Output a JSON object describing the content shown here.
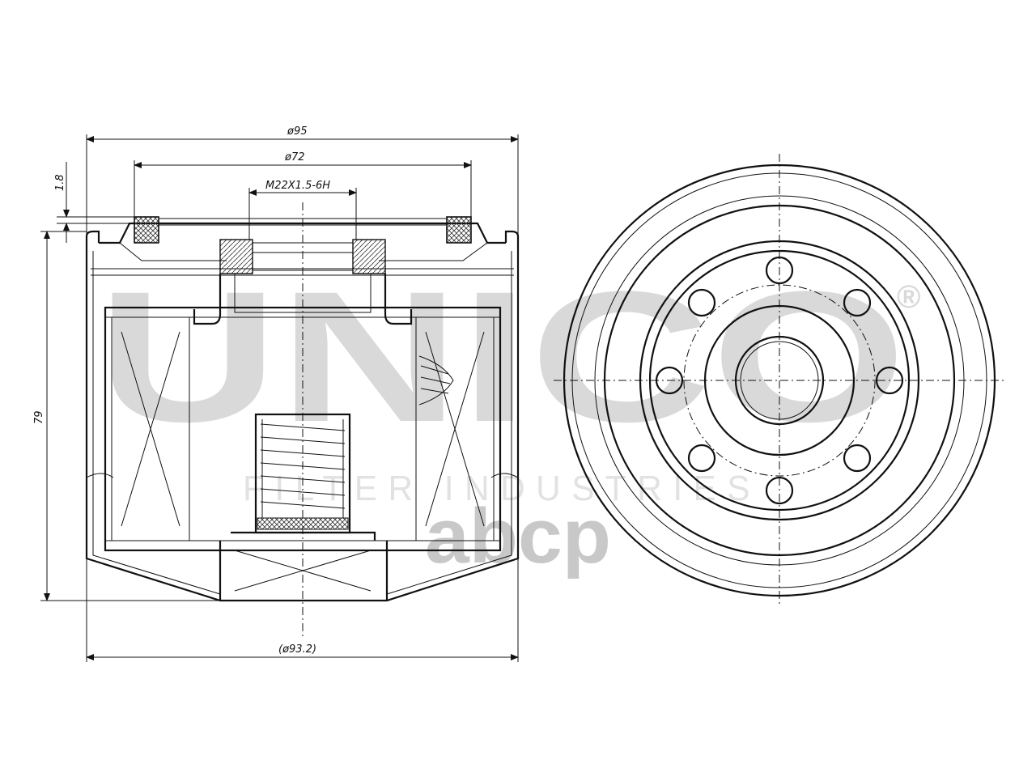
{
  "dimensions": {
    "outer_diameter": "ø95",
    "gasket_diameter": "ø72",
    "thread": "M22X1.5-6H",
    "gasket_height": "1.8",
    "height": "79",
    "body_diameter": "(ø93.2)"
  },
  "watermarks": {
    "brand": "UNICO",
    "brand_sub": "FILTER INDUSTRIES",
    "registered": "®",
    "abcp": "abcp"
  },
  "colors": {
    "line": "#111111",
    "watermark": "#d9d9d9",
    "hatch": "#333333"
  }
}
